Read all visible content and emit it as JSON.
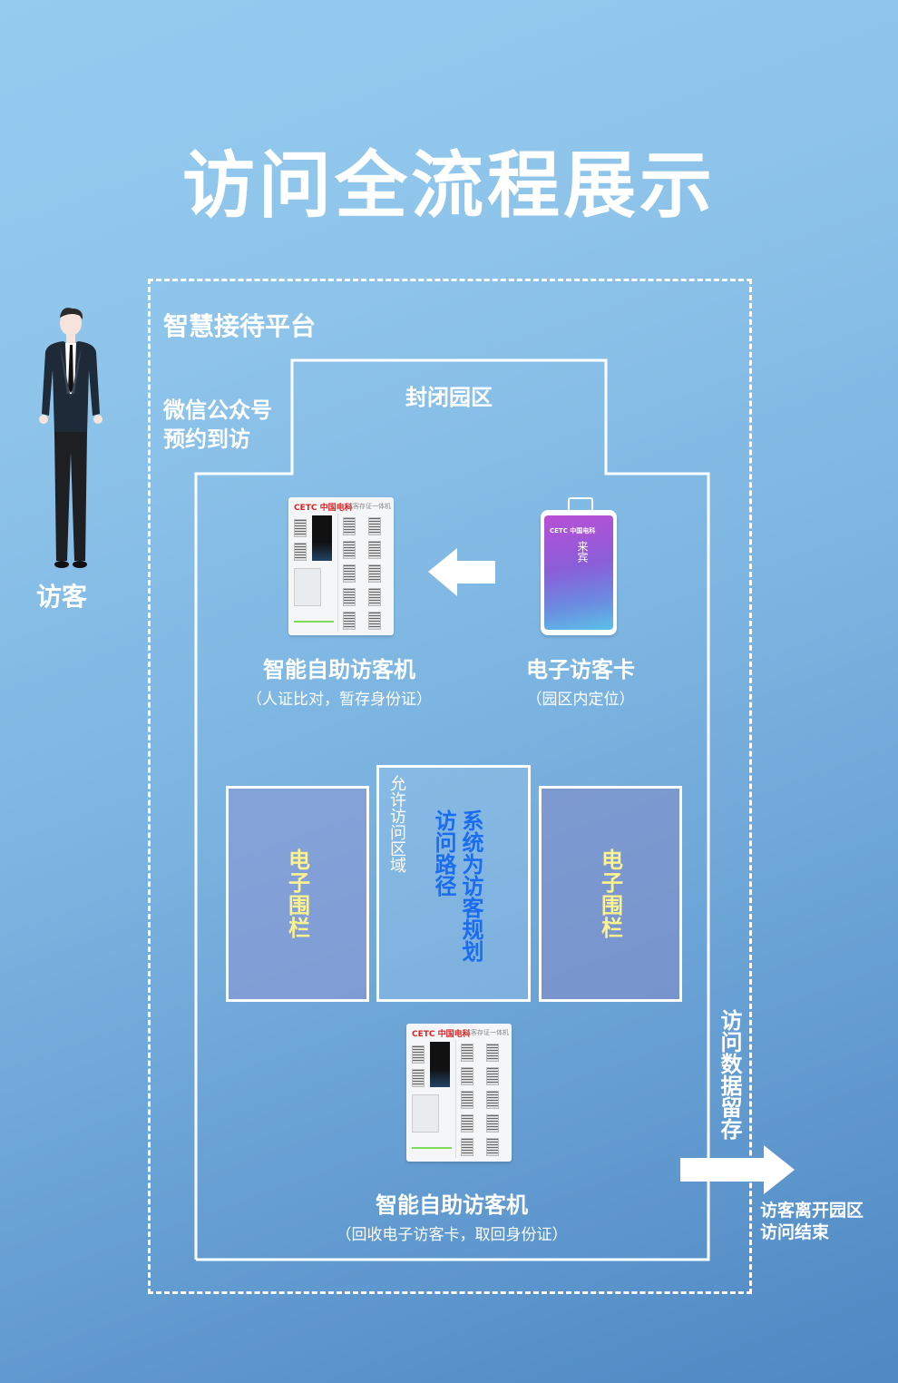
{
  "title": "访问全流程展示",
  "platform_label": "智慧接待平台",
  "wechat_label": [
    "微信公众号",
    "预约到访"
  ],
  "park_label": "封闭园区",
  "visitor": {
    "label": "访客",
    "icon": "businessman-figure"
  },
  "kiosk_top": {
    "title": "智能自助访客机",
    "subtitle": "（人证比对，暂存身份证）",
    "brand": "CETC 中国电科",
    "panel_text": "访客存证一体机"
  },
  "card": {
    "title": "电子访客卡",
    "subtitle": "（园区内定位）",
    "brand": "CETC 中国电科",
    "guest_text": "来宾"
  },
  "fence_left": {
    "label": "电子围栏"
  },
  "fence_right": {
    "label": "电子围栏"
  },
  "allowed_area": {
    "label": "允许访问区域",
    "route_line1": "系统为访客规划",
    "route_line2": "访问路径"
  },
  "kiosk_bottom": {
    "title": "智能自助访客机",
    "subtitle": "（回收电子访客卡，取回身份证）",
    "brand": "CETC 中国电科",
    "panel_text": "访客存证一体机"
  },
  "data_retention": "访问数据留存",
  "exit_label": [
    "访客离开园区",
    "访问结束"
  ],
  "colors": {
    "fence_text": "#fdf28e",
    "route_text": "#1a6cf0",
    "line": "#ffffff"
  }
}
